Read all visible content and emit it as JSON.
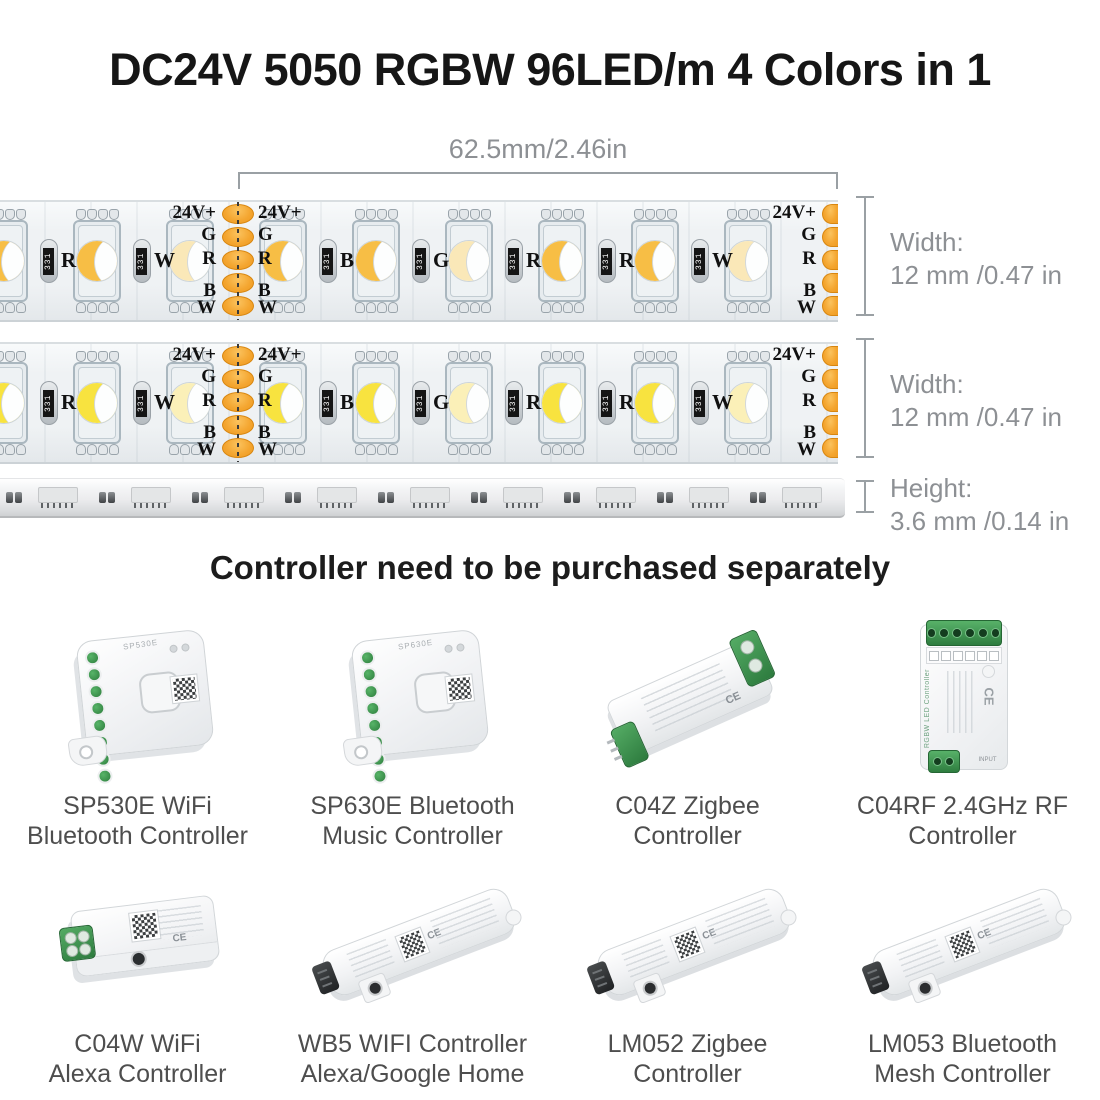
{
  "title": "DC24V 5050 RGBW 96LED/m 4 Colors in 1",
  "top_dimension_label": "62.5mm/2.46in",
  "annotations": {
    "width_label": "Width:",
    "width_value": "12 mm /0.47 in",
    "height_label": "Height:",
    "height_value": "3.6 mm /0.14 in"
  },
  "strip": {
    "pad_labels": [
      "24V+",
      "G",
      "R",
      "B",
      "W"
    ],
    "resistor_value": "331",
    "resistor_letters": [
      "R",
      "W",
      "B",
      "G",
      "R",
      "R",
      "W"
    ],
    "led_count": 9,
    "colors": {
      "pad": "#F4A52F",
      "pad_border": "#D8860F",
      "phosphor_amber": "#F7BE45",
      "phosphor_amber_pale": "#FAE8B8",
      "phosphor_yellow": "#F8E33F",
      "phosphor_yellow_pale": "#FBF0B8"
    }
  },
  "section_title": "Controller need to be purchased separately",
  "device_marks": {
    "ce": "CE",
    "input": "INPUT"
  },
  "controllers": [
    {
      "type": "puck",
      "device_text": "SP530E",
      "label1": "SP530E WiFi",
      "label2": "Bluetooth Controller"
    },
    {
      "type": "puck",
      "device_text": "SP630E",
      "label1": "SP630E Bluetooth",
      "label2": "Music Controller"
    },
    {
      "type": "slant",
      "device_text": "",
      "label1": "C04Z Zigbee",
      "label2": "Controller"
    },
    {
      "type": "vbox",
      "device_text": "RGBW LED Controller",
      "label1": "C04RF 2.4GHz RF",
      "label2": "Controller"
    },
    {
      "type": "flat",
      "device_text": "",
      "label1": "C04W WiFi",
      "label2": "Alexa Controller"
    },
    {
      "type": "bar",
      "device_text": "",
      "label1": "WB5 WIFI Controller",
      "label2": "Alexa/Google Home"
    },
    {
      "type": "bar",
      "device_text": "",
      "label1": "LM052 Zigbee",
      "label2": "Controller"
    },
    {
      "type": "bar",
      "device_text": "",
      "label1": "LM053 Bluetooth",
      "label2": "Mesh Controller"
    }
  ]
}
